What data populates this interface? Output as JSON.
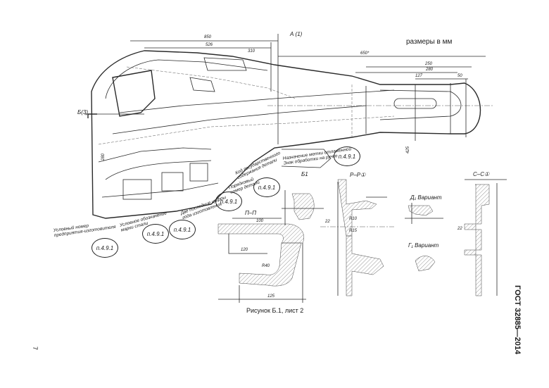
{
  "header": {
    "units_note": "размеры в мм",
    "view_label": "А (1)"
  },
  "standard": "ГОСТ 32885—2014",
  "page_number": "7",
  "caption": "Рисунок Б.1, лист 2",
  "sections": {
    "b1": "Б1",
    "pp": "П–П",
    "rr": "Р–Р①",
    "ss": "С–С①",
    "d_variant": "Д₁ Вариант",
    "g_variant": "Г₁ Вариант",
    "b3": "Б(3)"
  },
  "references": [
    "п.4.9.1",
    "п.4.9.1",
    "п.4.9.1",
    "п.4.9.1",
    "п.4.9.1",
    "п.4.9.1"
  ],
  "notes": {
    "depth_limit": "Назначение метки отлаженной\nЗнак обработки на ручке",
    "code": "Код государственного\nсодержания детали",
    "serial": "Порядковый\nномер детали",
    "last_digits": "Две последние цифры\nгода изготовления",
    "steel_grade": "Условное обозначение\nмарки стали",
    "manufacturer": "Условный номер\nпредприятия-изготовителя"
  },
  "dimensions": {
    "d850": "850",
    "d526": "526",
    "d310": "310",
    "d650": "650*",
    "d250": "250",
    "d280": "280",
    "d127": "127",
    "d50": "50",
    "d280v": "280",
    "d100": "100",
    "d120": "120",
    "d125": "125",
    "d22": "22",
    "d22b": "22",
    "dR10": "R10",
    "dR15": "R15",
    "dR40": "R40",
    "d425": "425"
  }
}
